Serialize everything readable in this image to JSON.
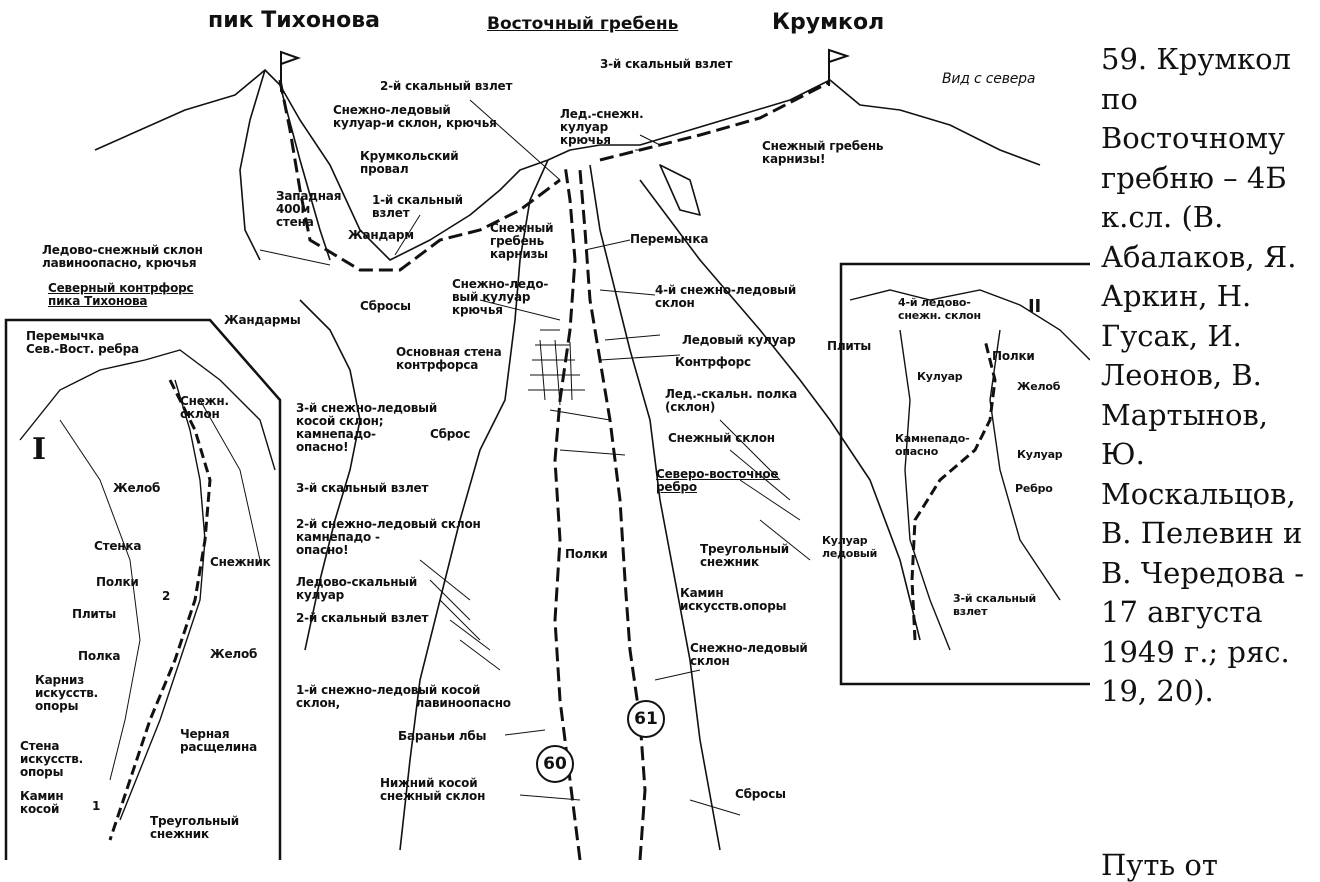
{
  "header": {
    "left_peak": "пик Тихонова",
    "ridge": "Восточный гребень",
    "right_peak": "Крумкол",
    "view": "Вид с севера"
  },
  "insets": {
    "left_numeral": "I",
    "right_numeral": "II"
  },
  "route_numbers": {
    "r60": "60",
    "r61": "61"
  },
  "labels": {
    "third_rock_rise_top": "3-й скальный взлет",
    "second_rock_rise_top": "2-й скальный взлет",
    "snow_ice_couloir_slope": "Снежно-ледовый\nкулуар-и склон, крючья",
    "ice_snow_couloir": "Лед.-снежн.\nкулуар\nкрючья",
    "snow_ridge_cornices_right": "Снежный гребень\nкарнизы!",
    "krumkol_gap": "Крумкольский\nпровал",
    "west_wall": "Западная\n400м\nстена",
    "first_rock_rise": "1-й скальный\nвзлет",
    "gendarme": "Жандарм",
    "ice_snow_slope_avalanche": "Ледово-снежный склон\nлавиноопасно, крючья",
    "north_buttress": "Северный контрфорс\nпика Тихонова",
    "gendarmes": "Жандармы",
    "snow_ridge_cornices_mid": "Снежный\nгребень\nкарнизы",
    "saddle_mid": "Перемычка",
    "snow_ice_couloir_hooks": "Снежно-ледо-\nвый кулуар\nкрючья",
    "fourth_snow_ice_slope": "4-й снежно-ледовый\nсклон",
    "drops_top": "Сбросы",
    "ice_couloir": "Ледовый кулуар",
    "buttress": "Контрфорс",
    "main_wall_buttress": "Основная стена\nконтрфорса",
    "ice_rock_shelf": "Лед.-скальн. полка\n(склон)",
    "third_snow_ice_oblique": "3-й снежно-ледовый\nкосой склон;\nкамнепадо-\nопасно!",
    "drops_mid": "Сброс",
    "snow_slope": "Снежный склон",
    "ne_rib": "Северо-восточное\nребро",
    "third_rock_rise_mid": "3-й скальный взлет",
    "second_snow_ice_slope": "2-й снежно-ледовый склон\nкамнепадо -\nопасно!",
    "ledges_mid": "Полки",
    "triangular_snowfield": "Треугольный\nснежник",
    "ice_rock_couloir": "Ледово-скальный\nкулуар",
    "second_rock_rise_mid": "2-й скальный взлет",
    "artificial_support_chimney": "Камин\nискусств.опоры",
    "snow_ice_slope_low": "Снежно-ледовый\nсклон",
    "first_snow_ice_oblique": "1-й снежно-ледовый косой\nсклон,                   лавиноопасно",
    "rams_foreheads": "Бараньи лбы",
    "lower_oblique_snow_slope": "Нижний косой\nснежный склон",
    "drops_low": "Сбросы"
  },
  "left_inset_labels": {
    "saddle": "Перемычка\nСев.-Вост. ребра",
    "snow_slope": "Снежн.\nсклон",
    "gully_top": "Желоб",
    "wall": "Стенка",
    "snowfield": "Снежник",
    "ledges": "Полки",
    "slabs": "Плиты",
    "gully_bottom": "Желоб",
    "ledge": "Полка",
    "cornice": "Карниз\nискусств.\nопоры",
    "black_crevice": "Черная\nрасщелина",
    "wall_support": "Стена\nискусств.\nопоры",
    "oblique_chimney": "Камин\nкосой",
    "triangular_snowfield": "Треугольный\nснежник",
    "pitch_2": "2",
    "pitch_1": "1"
  },
  "right_inset_labels": {
    "fourth_ice_snow": "4-й ледово-\nснежн. склон",
    "slabs": "Плиты",
    "ledges": "Полки",
    "couloir_top": "Кулуар",
    "gully": "Желоб",
    "rockfall": "Камнепадо-\nопасно",
    "couloir_mid": "Кулуар",
    "rib": "Ребро",
    "ice_couloir": "Кулуар\nледовый",
    "third_rock_rise": "3-й скальный\nвзлет"
  },
  "caption": {
    "text": "59. Крумкол по Восточному гребню – 4Б к.сл. (В. Абалаков, Я. Аркин, Н. Гусак, И. Леонов, В. Мартынов, Ю. Москальцов, В. Пелевин и В. Чередова - 17 августа 1949 г.; ряс. 19, 20).",
    "continuation": "Путь от"
  }
}
